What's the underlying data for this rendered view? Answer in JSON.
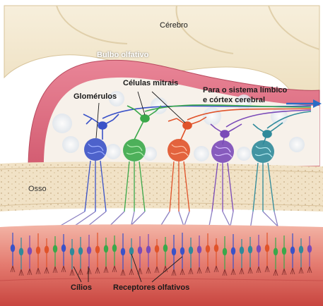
{
  "labels": {
    "cerebro": "Cérebro",
    "bulbo": "Bulbo olfativo",
    "celulas_mitrais": "Células mitrais",
    "glomerulos": "Glomérulos",
    "destino_linha1": "Para o sistema límbico",
    "destino_linha2": "e córtex cerebral",
    "osso": "Osso",
    "cilios": "Cílios",
    "receptores": "Receptores olfativos"
  },
  "colors": {
    "brain": "#f3e8cf",
    "bulb": "#e26f82",
    "bulb_inner": "#f7f1ea",
    "bone": "#f1e2c6",
    "mucosa": "#d85a57",
    "arrow": "#2b6cc4",
    "neuron_blue": "#3a52c8",
    "neuron_green": "#3aa84a",
    "neuron_orange": "#e0532a",
    "neuron_purple": "#7a4ab8",
    "neuron_teal": "#2f8a9a"
  },
  "glomeruli_colors": [
    "blue",
    "green",
    "orange",
    "purple",
    "teal"
  ]
}
